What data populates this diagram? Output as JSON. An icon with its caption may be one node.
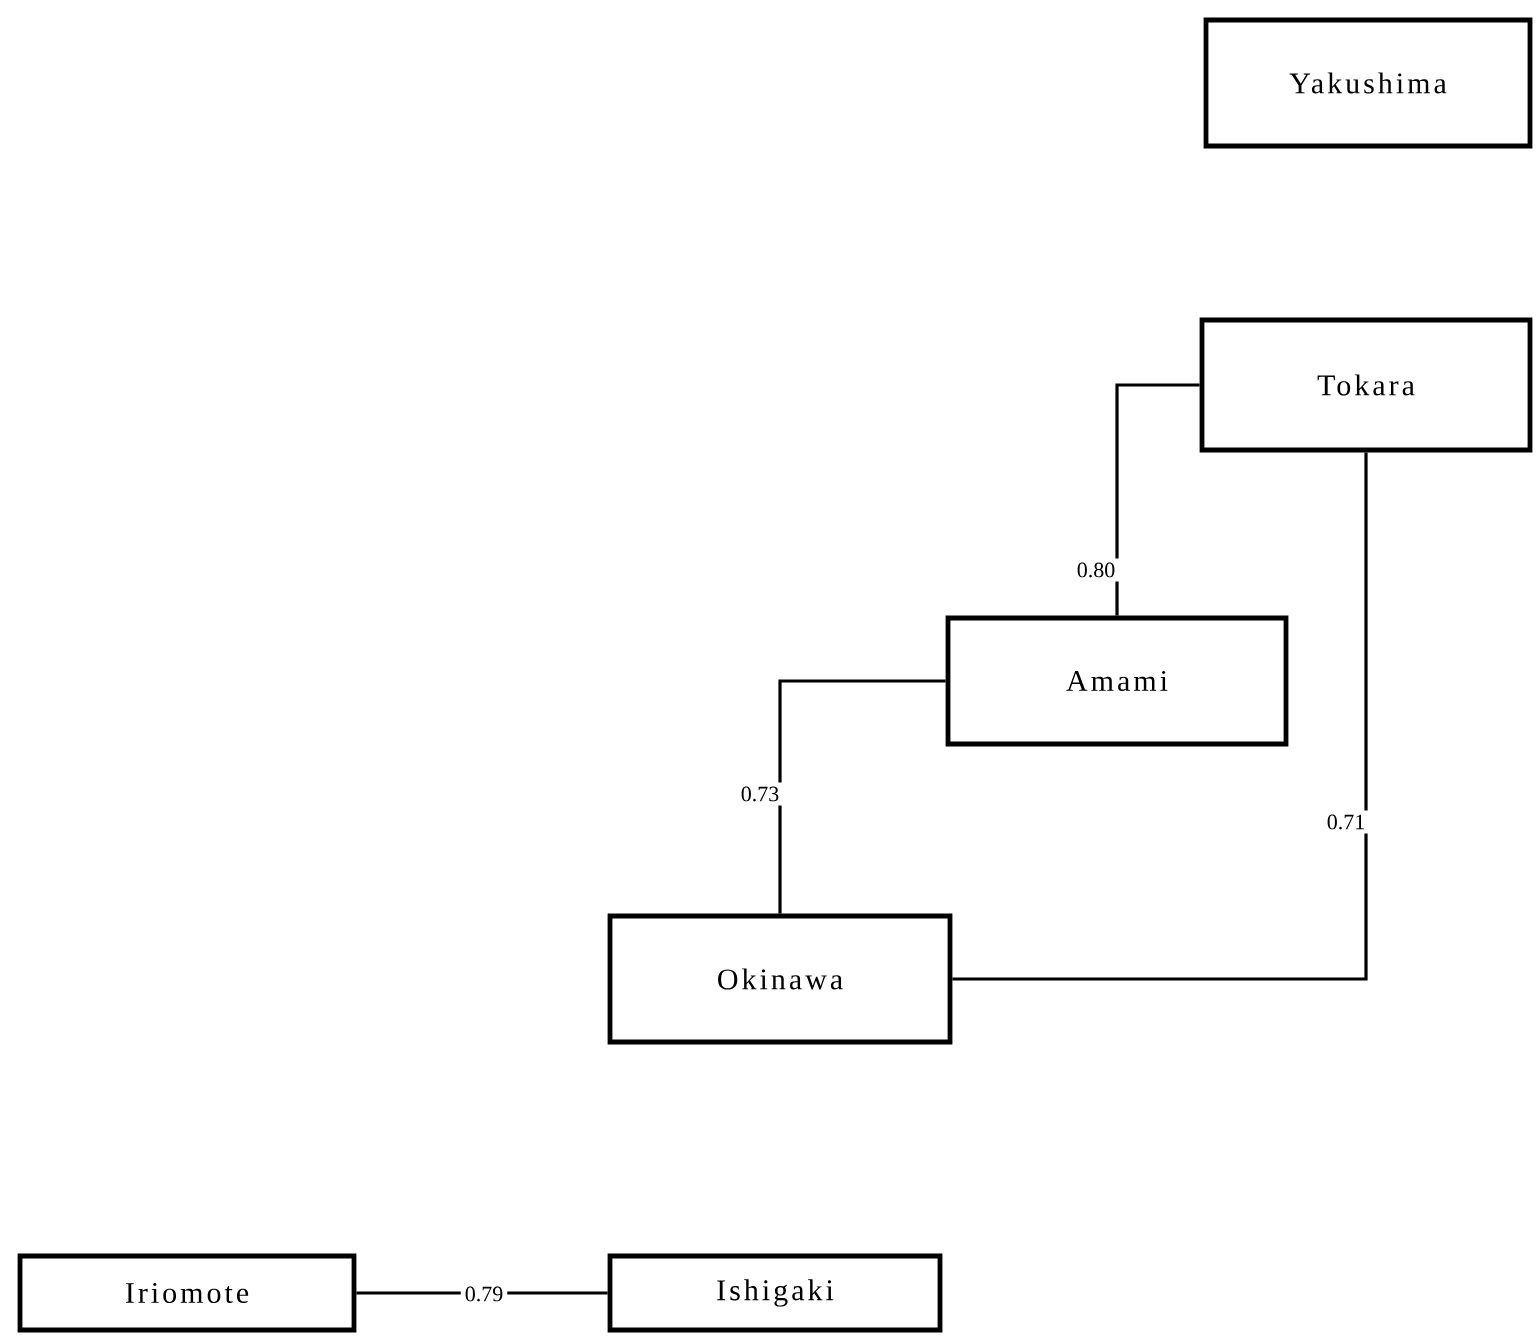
{
  "diagram": {
    "nodes": [
      {
        "text": [
          "Yakushima"
        ]
      },
      {
        "text": [
          "Tokara"
        ]
      },
      {
        "text": [
          "Amami"
        ]
      },
      {
        "text": [
          "Okinawa"
        ]
      },
      {
        "text": [
          "Iriomote"
        ]
      },
      {
        "text": [
          "Ishigaki"
        ]
      }
    ],
    "edges": [
      {
        "from": 1,
        "to": 2,
        "arrow": "none",
        "label": "0.80"
      },
      {
        "from": 2,
        "to": 3,
        "arrow": "none",
        "label": "0.73"
      },
      {
        "from": 1,
        "to": 3,
        "arrow": "none",
        "label": "0.71"
      },
      {
        "from": 4,
        "to": 5,
        "arrow": "none",
        "label": "0.79"
      }
    ]
  }
}
